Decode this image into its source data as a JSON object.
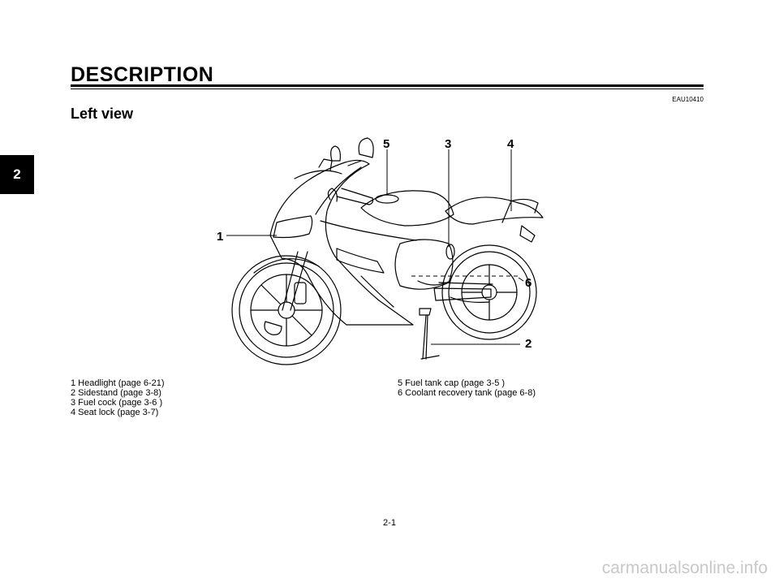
{
  "chapter_tab": "2",
  "header": {
    "title": "DESCRIPTION",
    "doc_code": "EAU10410",
    "subtitle": "Left view"
  },
  "illustration": {
    "subject": "motorcycle-left-side",
    "callouts": [
      "1",
      "2",
      "3",
      "4",
      "5",
      "6"
    ]
  },
  "legend": {
    "left": [
      "1 Headlight (page 6-21)",
      "2 Sidestand (page 3-8)",
      "3 Fuel cock (page 3-6 )",
      "4 Seat lock (page 3-7)"
    ],
    "right": [
      "5 Fuel tank cap (page 3-5 )",
      "6 Coolant recovery tank (page 6-8)"
    ]
  },
  "footer": {
    "page_number": "2-1",
    "watermark": "carmanualsonline.info"
  }
}
